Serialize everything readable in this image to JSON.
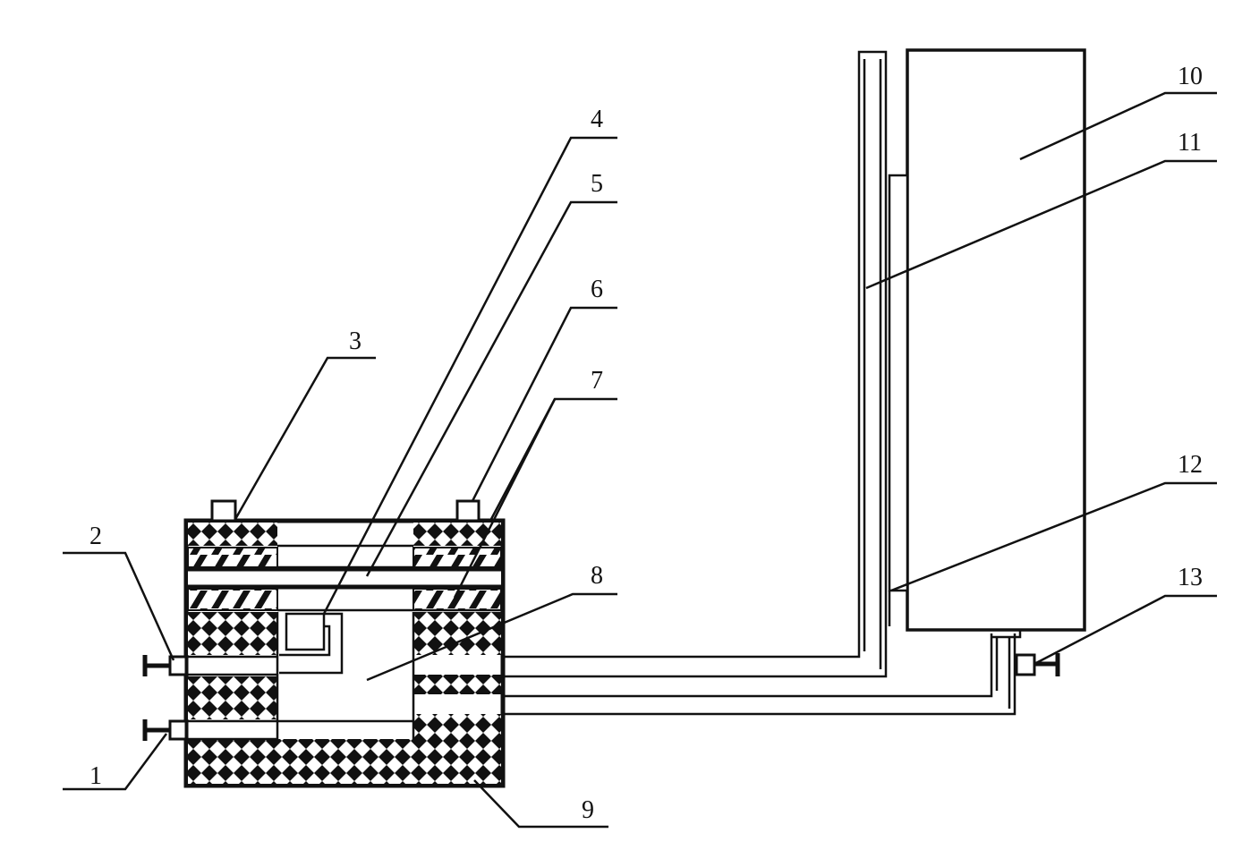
{
  "labels": [
    "1",
    "2",
    "3",
    "4",
    "5",
    "6",
    "7",
    "8",
    "9",
    "10",
    "11",
    "12",
    "13"
  ]
}
